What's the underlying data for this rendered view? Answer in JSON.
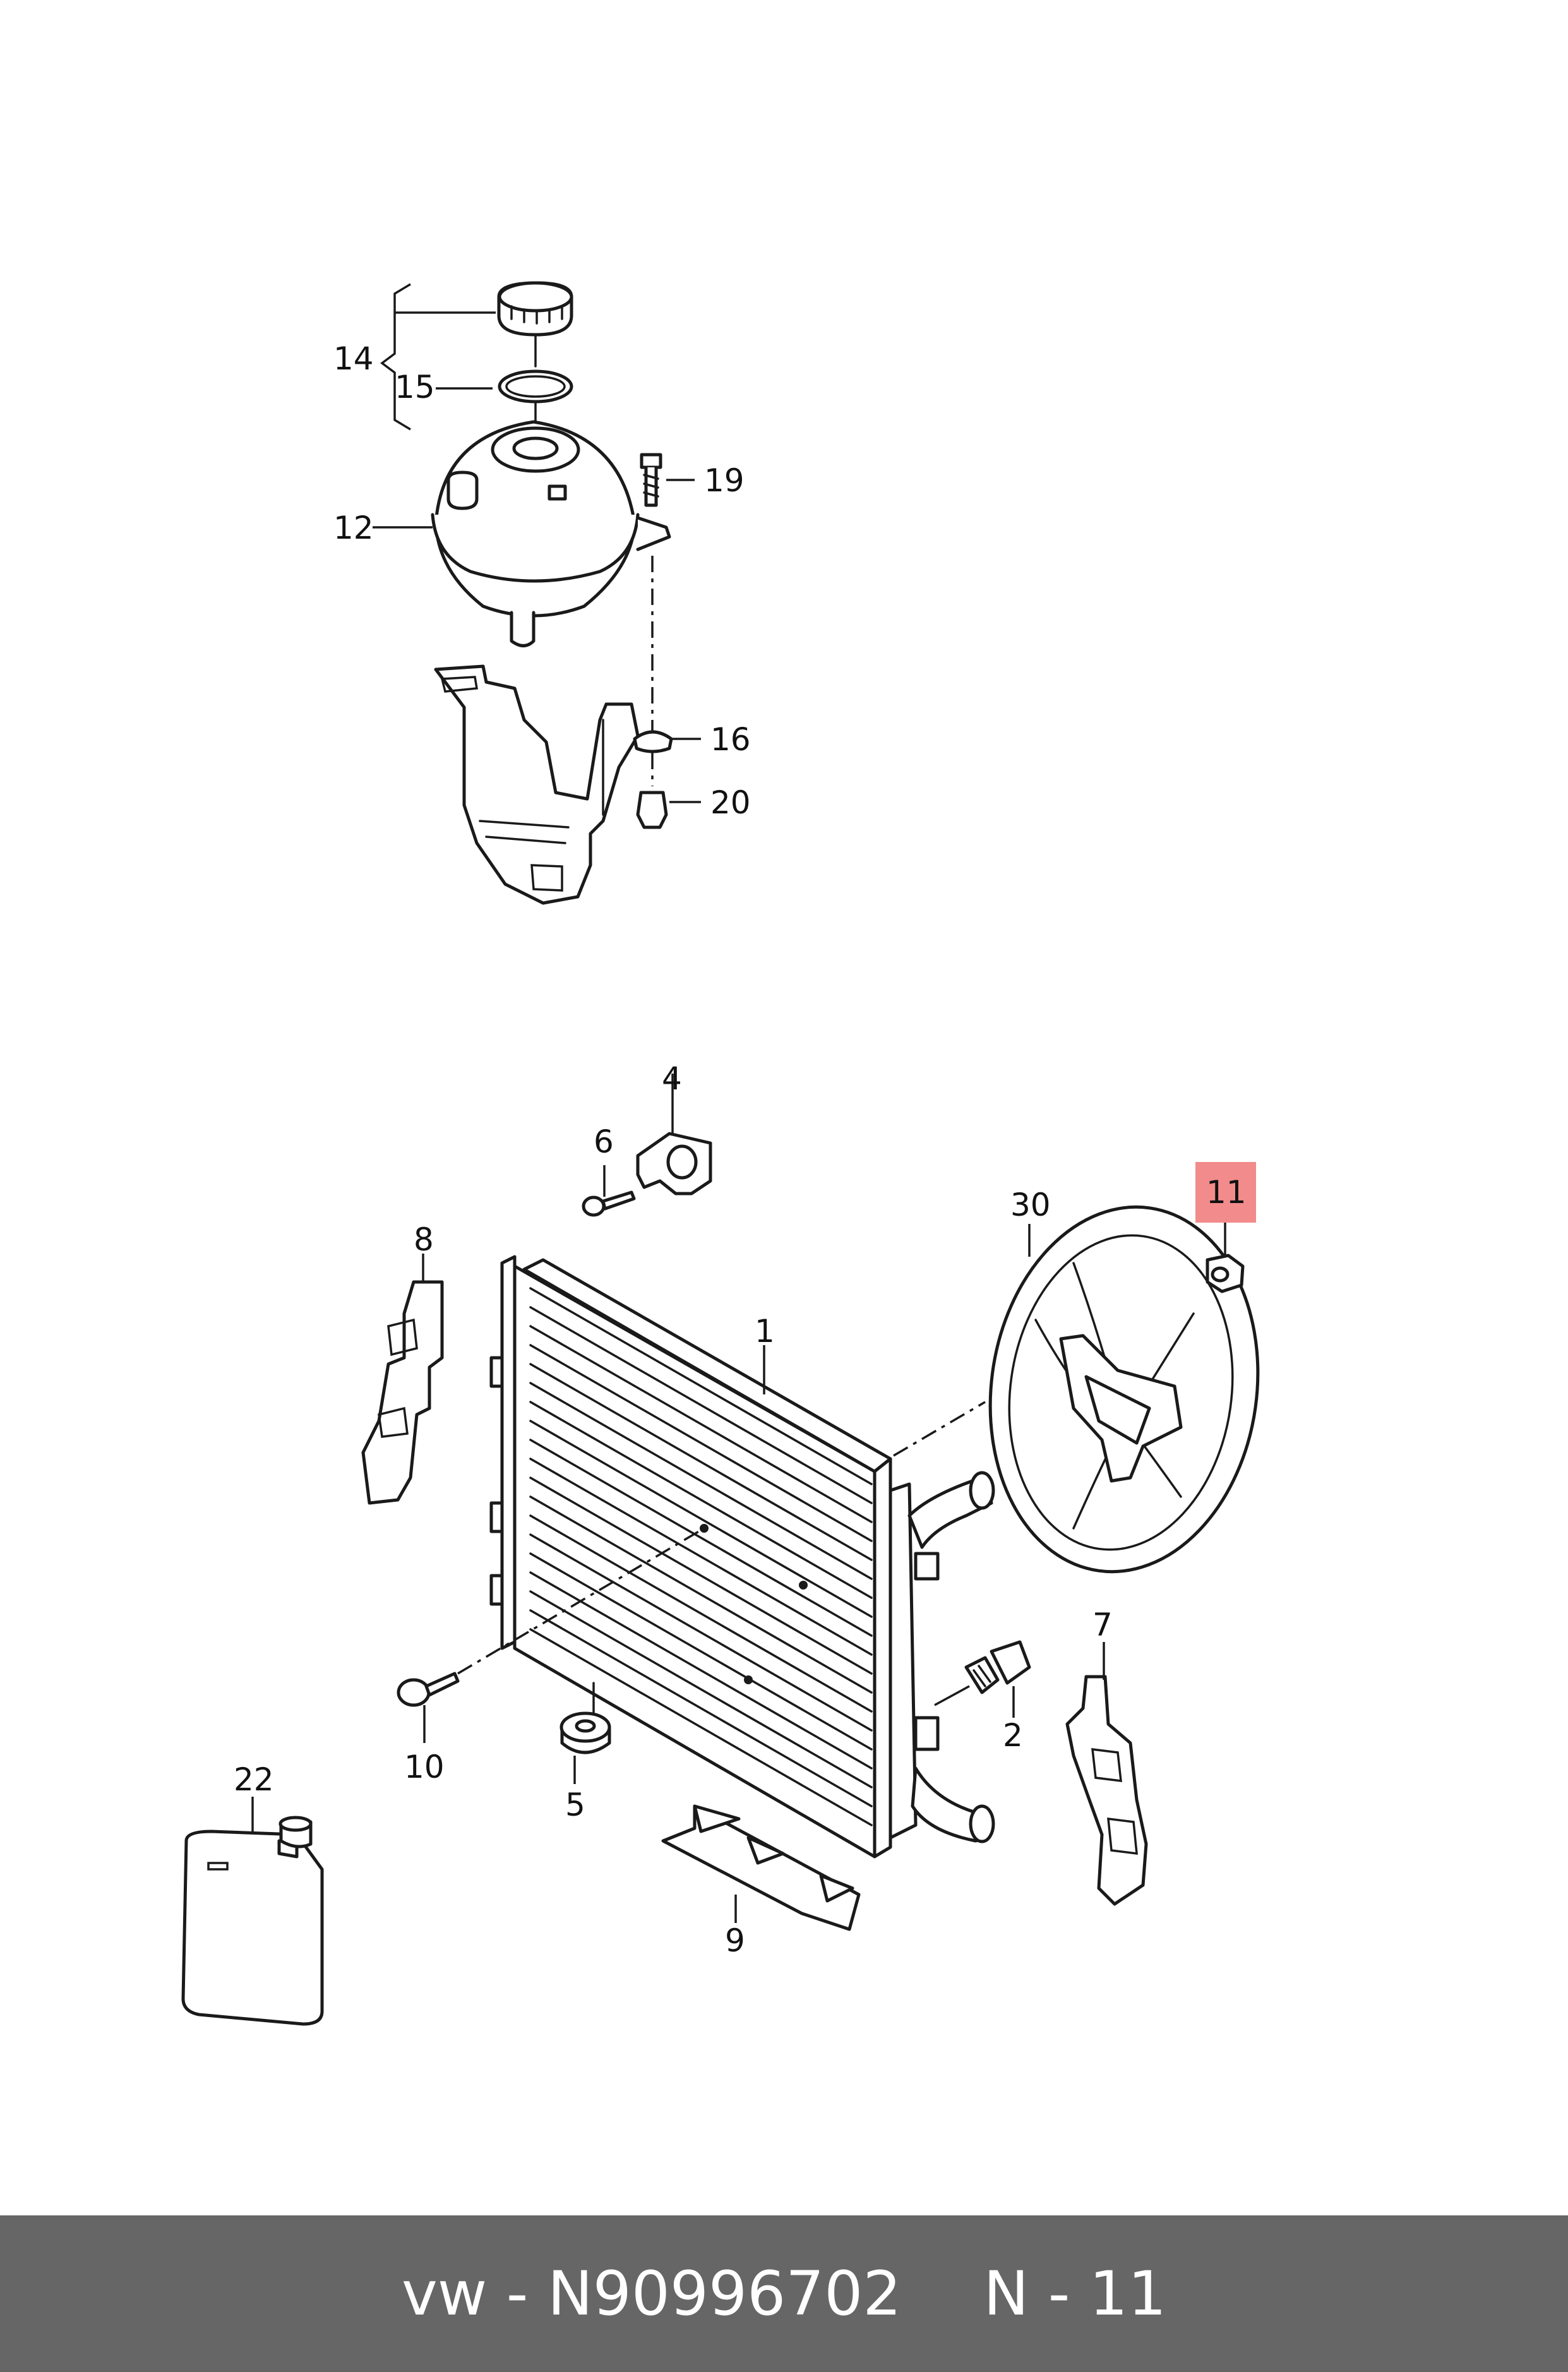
{
  "callouts": {
    "p1": "1",
    "p2": "2",
    "p4": "4",
    "p5": "5",
    "p6": "6",
    "p7": "7",
    "p8": "8",
    "p9": "9",
    "p10": "10",
    "p11": "11",
    "p12": "12",
    "p14": "14",
    "p15": "15",
    "p16": "16",
    "p19": "19",
    "p20": "20",
    "p22": "22",
    "p30": "30"
  },
  "highlighted_callout": "11",
  "highlight_color": "#f28b8b",
  "footer": {
    "brand_part": "vw - N90996702",
    "position_ref": "N - 11"
  },
  "colors": {
    "footer_bg": "#666666",
    "footer_text": "#ffffff",
    "line": "#1a1a1a"
  }
}
